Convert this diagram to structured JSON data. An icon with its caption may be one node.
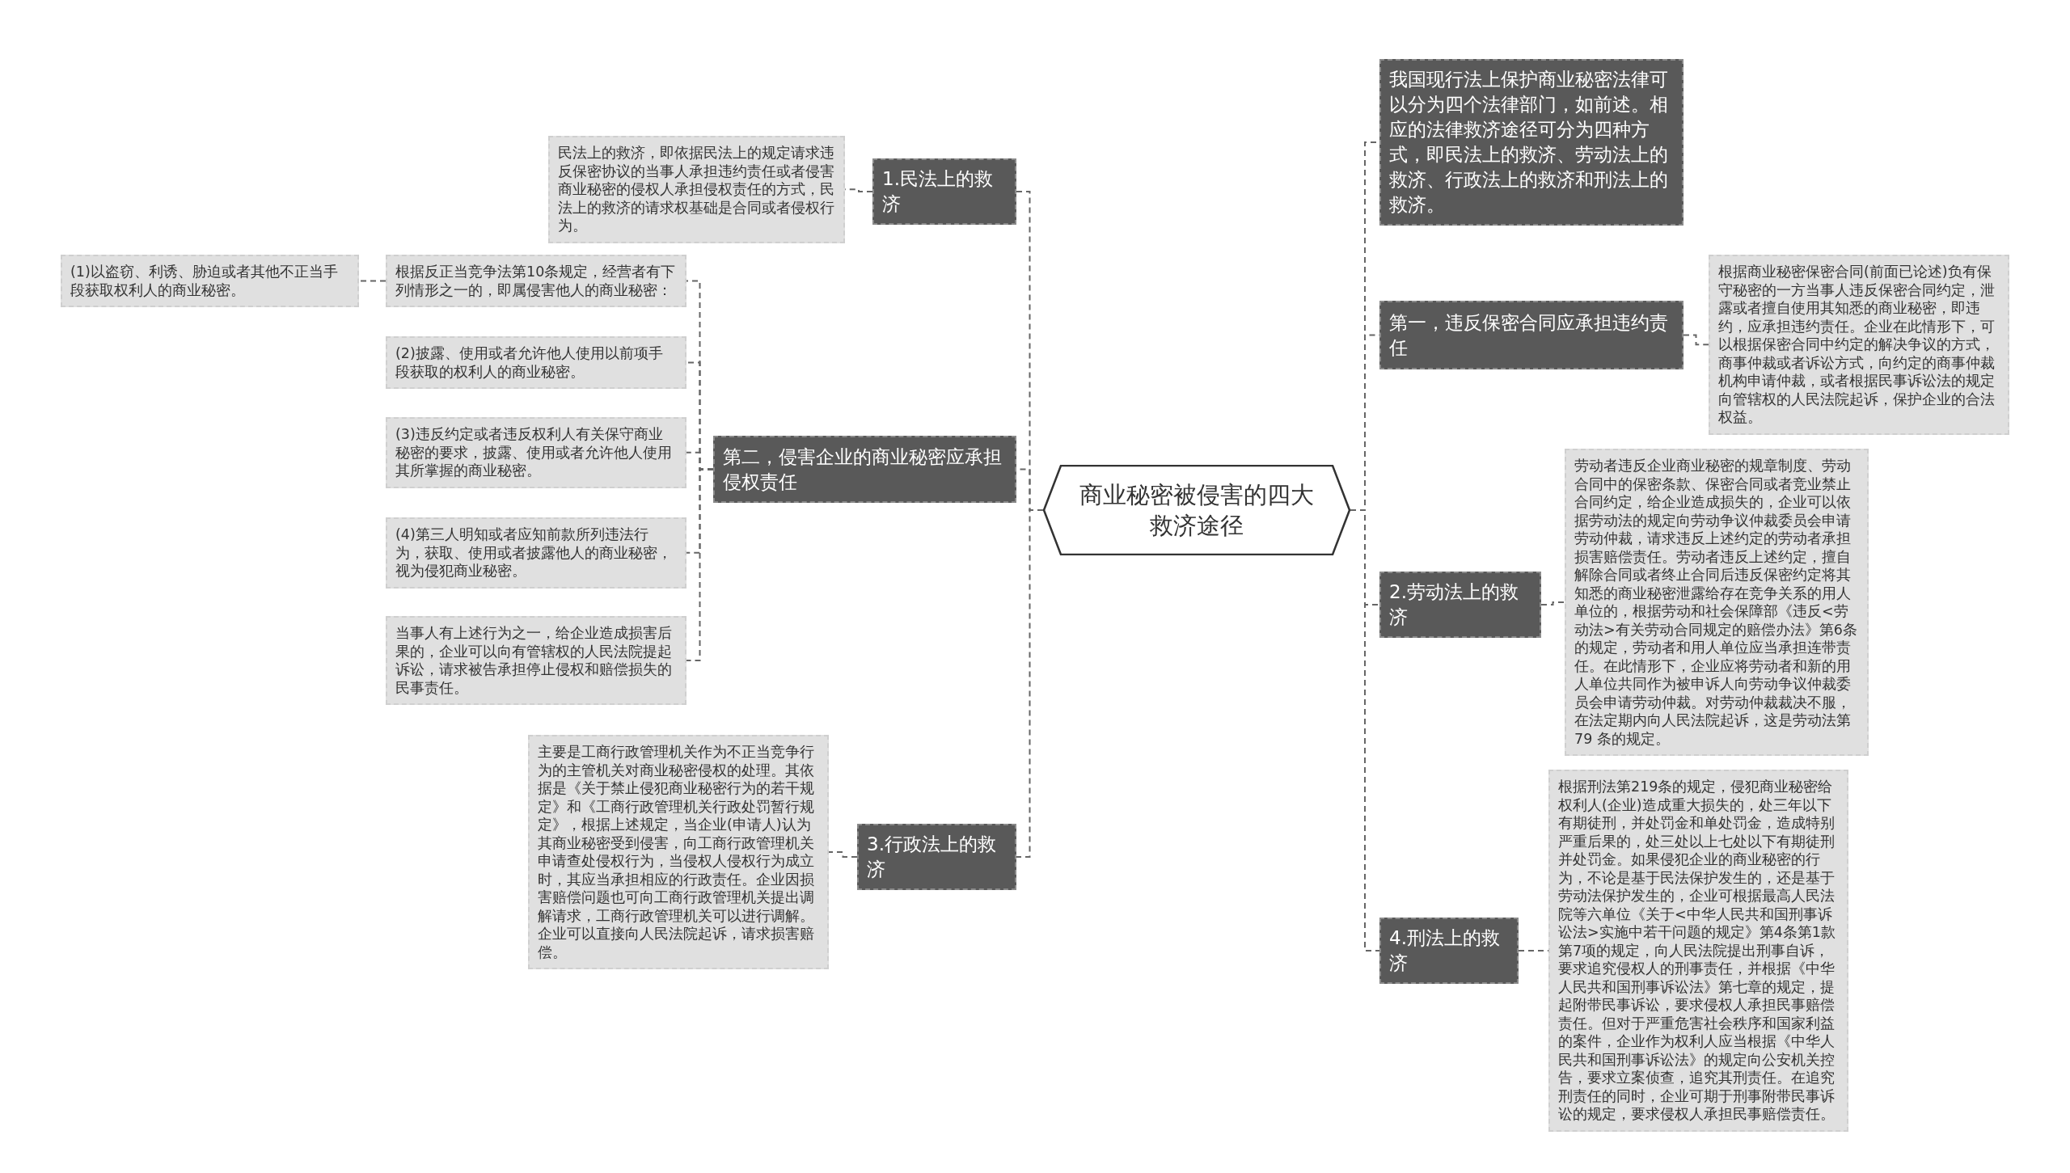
{
  "diagram": {
    "nodes": [
      {
        "text": [
          "商业秘密被侵害的四大救济途径"
        ]
      },
      {
        "text": [
          "1.民法上的救济"
        ]
      },
      {
        "text": [
          "民法上的救济，即依据民法上的规定请求违反保密协议的当事人承担违约责任或者侵害商业秘密的侵权人承担侵权责任的方式，民法上的救济的请求权基础是合同或者侵权行为。"
        ]
      },
      {
        "text": [
          "第二，侵害企业的商业秘密应承担侵权责任"
        ]
      },
      {
        "text": [
          "根据反正当竞争法第10条规定，经营者有下列情形之一的，即属侵害他人的商业秘密："
        ]
      },
      {
        "text": [
          "(1)以盗窃、利诱、胁迫或者其他不正当手段获取权利人的商业秘密。"
        ]
      },
      {
        "text": [
          "(2)披露、使用或者允许他人使用以前项手段获取的权利人的商业秘密。"
        ]
      },
      {
        "text": [
          "(3)违反约定或者违反权利人有关保守商业秘密的要求，披露、使用或者允许他人使用其所掌握的商业秘密。"
        ]
      },
      {
        "text": [
          "(4)第三人明知或者应知前款所列违法行为，获取、使用或者披露他人的商业秘密，视为侵犯商业秘密。"
        ]
      },
      {
        "text": [
          "当事人有上述行为之一，给企业造成损害后果的，企业可以向有管辖权的人民法院提起诉讼，请求被告承担停止侵权和赔偿损失的民事责任。"
        ]
      },
      {
        "text": [
          "3.行政法上的救济"
        ]
      },
      {
        "text": [
          "主要是工商行政管理机关作为不正当竞争行为的主管机关对商业秘密侵权的处理。其依据是《关于禁止侵犯商业秘密行为的若干规定》和《工商行政管理机关行政处罚暂行规定》，根据上述规定，当企业(申请人)认为其商业秘密受到侵害，向工商行政管理机关申请查处侵权行为，当侵权人侵权行为成立时，其应当承担相应的行政责任。企业因损害赔偿问题也可向工商行政管理机关提出调解请求，工商行政管理机关可以进行调解。企业可以直接向人民法院起诉，请求损害赔偿。"
        ]
      },
      {
        "text": [
          "我国现行法上保护商业秘密法律可以分为四个法律部门，如前述。相应的法律救济途径可分为四种方式，即民法上的救济、劳动法上的救济、行政法上的救济和刑法上的救济。"
        ]
      },
      {
        "text": [
          "第一，违反保密合同应承担违约责任"
        ]
      },
      {
        "text": [
          "根据商业秘密保密合同(前面已论述)负有保守秘密的一方当事人违反保密合同约定，泄露或者擅自使用其知悉的商业秘密，即违约，应承担违约责任。企业在此情形下，可以根据保密合同中约定的解决争议的方式，商事仲裁或者诉讼方式，向约定的商事仲裁机构申请仲裁，或者根据民事诉讼法的规定向管辖权的人民法院起诉，保护企业的合法权益。"
        ]
      },
      {
        "text": [
          "2.劳动法上的救济"
        ]
      },
      {
        "text": [
          "劳动者违反企业商业秘密的规章制度、劳动合同中的保密条款、保密合同或者竞业禁止合同约定，给企业造成损失的，企业可以依据劳动法的规定向劳动争议仲裁委员会申请劳动仲裁，请求违反上述约定的劳动者承担损害赔偿责任。劳动者违反上述约定，擅自解除合同或者终止合同后违反保密约定将其知悉的商业秘密泄露给存在竞争关系的用人单位的，根据劳动和社会保障部《违反<劳动法>有关劳动合同规定的赔偿办法》第6条的规定，劳动者和用人单位应当承担连带责任。在此情形下，企业应将劳动者和新的用人单位共同作为被申诉人向劳动争议仲裁委员会申请劳动仲裁。对劳动仲裁裁决不服，在法定期内向人民法院起诉，这是劳动法第79  条的规定。"
        ]
      },
      {
        "text": [
          "4.刑法上的救济"
        ]
      },
      {
        "text": [
          "根据刑法第219条的规定，侵犯商业秘密给权利人(企业)造成重大损失的，处三年以下有期徒刑，并处罚金和单处罚金，造成特别严重后果的，处三处以上七处以下有期徒刑并处罚金。如果侵犯企业的商业秘密的行为，不论是基于民法保护发生的，还是基于劳动法保护发生的，企业可根据最高人民法院等六单位《关于<中华人民共和国刑事诉讼法>实施中若干问题的规定》第4条第1款第7项的规定，向人民法院提出刑事自诉，要求追究侵权人的刑事责任，并根据《中华人民共和国刑事诉讼法》第七章的规定，提起附带民事诉讼，要求侵权人承担民事赔偿责任。但对于严重危害社会秩序和国家利益的案件，企业作为权利人应当根据《中华人民共和国刑事诉讼法》的规定向公安机关控告，要求立案侦查，追究其刑责任。在追究刑责任的同时，企业可期于刑事附带民事诉讼的规定，要求侵权人承担民事赔偿责任。"
        ]
      }
    ],
    "edges": [
      {
        "from": 0,
        "to": 1,
        "arrow": "none"
      },
      {
        "from": 1,
        "to": 2,
        "arrow": "none"
      },
      {
        "from": 0,
        "to": 3,
        "arrow": "none"
      },
      {
        "from": 3,
        "to": 4,
        "arrow": "none"
      },
      {
        "from": 4,
        "to": 5,
        "arrow": "none"
      },
      {
        "from": 3,
        "to": 6,
        "arrow": "none"
      },
      {
        "from": 3,
        "to": 7,
        "arrow": "none"
      },
      {
        "from": 3,
        "to": 8,
        "arrow": "none"
      },
      {
        "from": 3,
        "to": 9,
        "arrow": "none"
      },
      {
        "from": 0,
        "to": 10,
        "arrow": "none"
      },
      {
        "from": 10,
        "to": 11,
        "arrow": "none"
      },
      {
        "from": 0,
        "to": 12,
        "arrow": "none"
      },
      {
        "from": 0,
        "to": 13,
        "arrow": "none"
      },
      {
        "from": 13,
        "to": 14,
        "arrow": "none"
      },
      {
        "from": 0,
        "to": 15,
        "arrow": "none"
      },
      {
        "from": 15,
        "to": 16,
        "arrow": "none"
      },
      {
        "from": 0,
        "to": 17,
        "arrow": "none"
      },
      {
        "from": 17,
        "to": 18,
        "arrow": "none"
      }
    ]
  }
}
